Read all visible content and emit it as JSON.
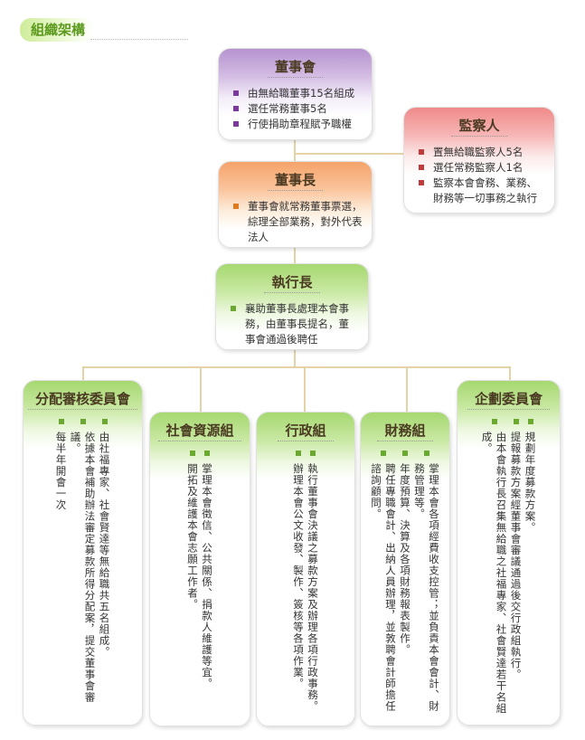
{
  "header": {
    "title": "組織架構"
  },
  "board": {
    "title": "董事會",
    "items": [
      "由無給職董事15名組成",
      "選任常務董事5名",
      "行使捐助章程賦予職權"
    ]
  },
  "supervisors": {
    "title": "監察人",
    "items": [
      "置無給職監察人5名",
      "選任常務監察人1名",
      "監察本會會務、業務、財務等一切事務之執行"
    ]
  },
  "chairman": {
    "title": "董事長",
    "items": [
      "董事會就常務董事票選，綜理全部業務，對外代表法人"
    ]
  },
  "ceo": {
    "title": "執行長",
    "items": [
      "襄助董事長處理本會事務，由董事長提名，董事會通過後聘任"
    ]
  },
  "allocation": {
    "title": "分配審核委員會",
    "items": [
      "由社福專家、社會賢達等無給職共五名組成。",
      "依據本會補助辦法審定募款所得分配案，提交董事會審議。",
      "每半年開會一次"
    ]
  },
  "social": {
    "title": "社會資源組",
    "items": [
      "掌理本會徵信、公共關係、捐款人維護等宜。",
      "開拓及維護本會志願工作者。"
    ]
  },
  "admin": {
    "title": "行政組",
    "items": [
      "執行董事會決議之募款方案及辦理各項行政事務。",
      "辦理本會公文收發、製作、簽核等各項作業。"
    ]
  },
  "finance": {
    "title": "財務組",
    "items": [
      "掌理本會各項經費收支控管；並負責本會會計、財務管理等。",
      "年度預算、決算及各項財務報表製作。",
      "聘任專職會計、出納人員辦理，並敦聘會計師擔任諮詢顧問。"
    ]
  },
  "planning": {
    "title": "企劃委員會",
    "items": [
      "規劃年度募款方案。",
      "提報募款方案經董事會審議通過後交行政組執行。",
      "由本會執行長召集無給職之社福專家、社會賢達若干名組成。"
    ]
  },
  "colors": {
    "board": "#b693cf",
    "supervisors": "#f08a8a",
    "chairman": "#f5a36a",
    "green": "#a6d870",
    "connector": "#e3d3a6",
    "header_text": "#5c9a1e"
  }
}
